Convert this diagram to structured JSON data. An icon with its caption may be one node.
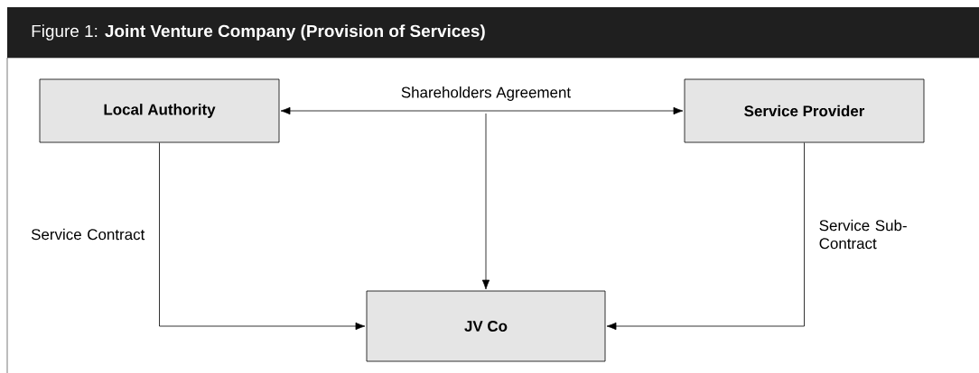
{
  "diagram": {
    "title": "Figure 1: **Joint Venture Company (Provision of Services)**",
    "nodes": [
      {
        "text": [
          "Local Authority"
        ]
      },
      {
        "text": [
          "Service Provider"
        ]
      },
      {
        "text": [
          "JV Co"
        ]
      }
    ],
    "edges": [
      {
        "from": 0,
        "to": 1,
        "arrow": "both",
        "label": "Shareholders Agreement"
      },
      {
        "from": null,
        "to": 2,
        "arrow": "to"
      },
      {
        "from": 0,
        "to": 2,
        "arrow": "to",
        "label": "Service Contract"
      },
      {
        "from": 1,
        "to": 2,
        "arrow": "to",
        "label": "Service Sub-Contract"
      }
    ]
  }
}
